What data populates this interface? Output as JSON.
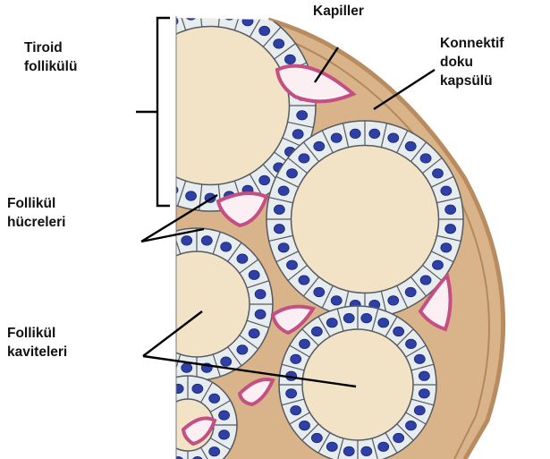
{
  "labels": {
    "tiroid_line1": "Tiroid",
    "tiroid_line2": "follikülü",
    "kapiller": "Kapiller",
    "konnektif_line1": "Konnektif",
    "konnektif_line2": "doku",
    "konnektif_line3": "kapsülü",
    "follikul_hucreleri_line1": "Follikül",
    "follikul_hucreleri_line2": "hücreleri",
    "follikul_kaviteleri_line1": "Follikül",
    "follikul_kaviteleri_line2": "kaviteleri"
  },
  "colors": {
    "colloid": "#f3e3c6",
    "cell_fill": "#e7ecef",
    "cell_border": "#555a60",
    "nucleus": "#2e3fa6",
    "capsule": "#c9a27a",
    "capillary": "#c44f82",
    "leader_line": "#000000"
  }
}
